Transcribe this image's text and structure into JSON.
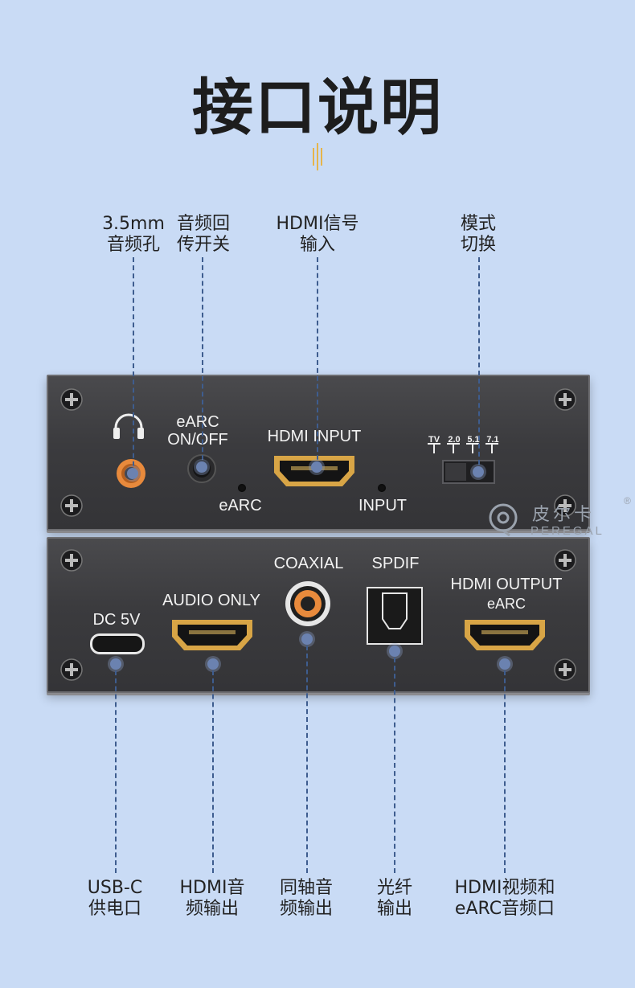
{
  "title": "接口说明",
  "callouts_top": {
    "jack": [
      "3.5mm",
      "音频孔"
    ],
    "earc_switch": [
      "音频回",
      "传开关"
    ],
    "hdmi_in": [
      "HDMI信号",
      "输入"
    ],
    "mode": [
      "模式",
      "切换"
    ]
  },
  "callouts_bottom": {
    "usbc": [
      "USB-C",
      "供电口"
    ],
    "hdmi_audio": [
      "HDMI音",
      "频输出"
    ],
    "coaxial": [
      "同轴音",
      "频输出"
    ],
    "optical": [
      "光纤",
      "输出"
    ],
    "hdmi_out": [
      "HDMI视频和",
      "eARC音频口"
    ]
  },
  "panel_top": {
    "earc_label": [
      "eARC",
      "ON/OFF"
    ],
    "hdmi_input": "HDMI INPUT",
    "mode_labels": [
      "TV",
      "2.0",
      "5.1",
      "7.1"
    ],
    "led_earc": "eARC",
    "led_input": "INPUT"
  },
  "panel_bottom": {
    "dc": "DC 5V",
    "audio_only": "AUDIO ONLY",
    "coaxial": "COAXIAL",
    "spdif": "SPDIF",
    "hdmi_output": "HDMI OUTPUT",
    "earc": "eARC"
  },
  "watermark": {
    "cn": "皮尔卡",
    "en": "PEREGAL",
    "reg": "®"
  },
  "colors": {
    "background": "#c9dbf5",
    "panel": "#3b3b3e",
    "port_gold": "#d8a546",
    "jack_orange": "#e88a3c",
    "leader": "#3e5d8f"
  }
}
